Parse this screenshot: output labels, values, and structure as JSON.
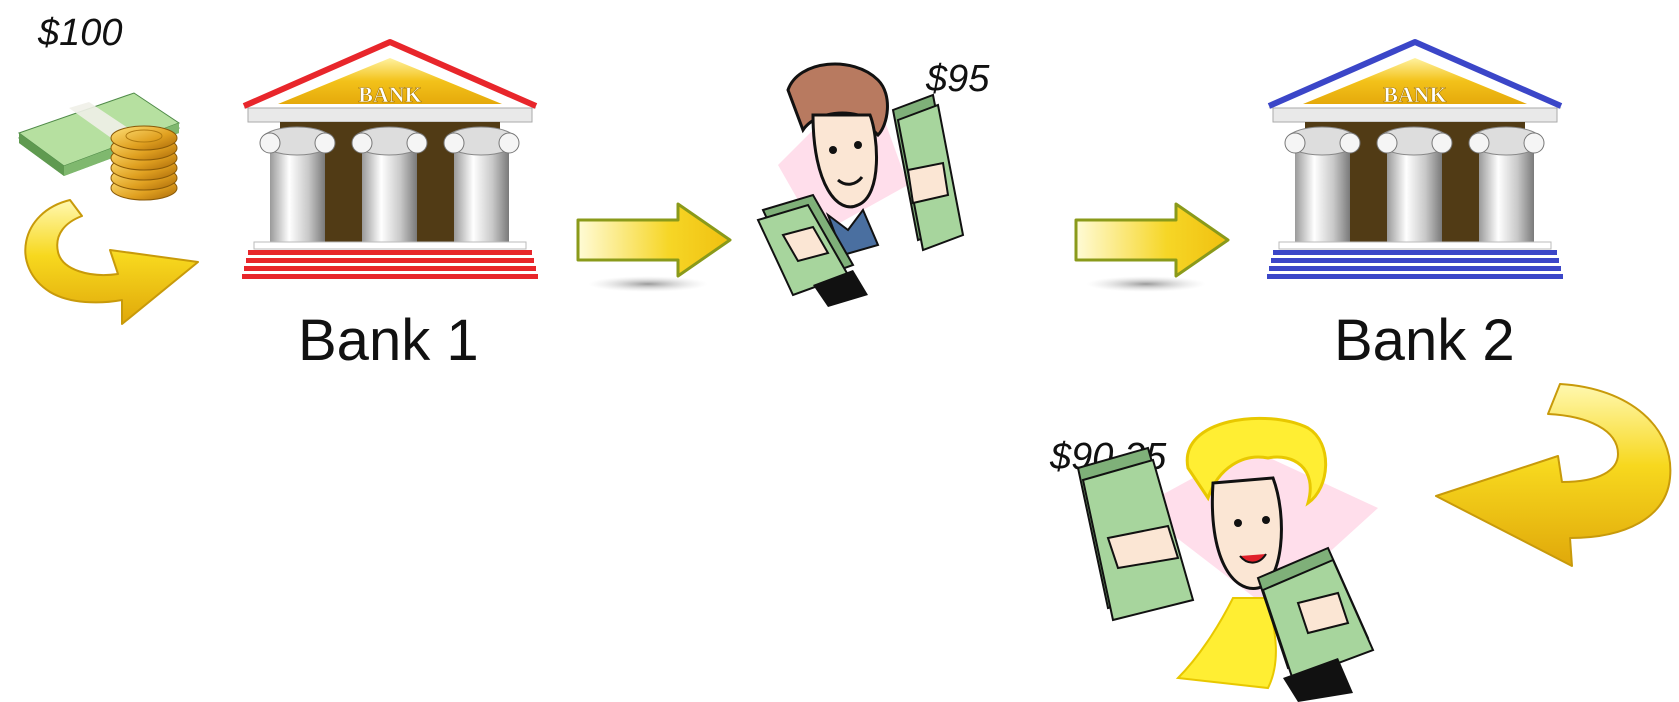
{
  "amounts": {
    "deposit": "$100",
    "loan_1": "$95",
    "loan_2": "$90.25"
  },
  "banks": [
    {
      "label": "Bank 1",
      "sign": "BANK",
      "accent": "#e8262b"
    },
    {
      "label": "Bank 2",
      "sign": "BANK",
      "accent": "#3b46c8"
    }
  ],
  "colors": {
    "arrow_yellow": "#f5d21b",
    "arrow_edge": "#8a9a1a",
    "money_green": "#8dbf7a",
    "pediment_gold": "#f3c21a"
  },
  "icons": [
    "money-coins-icon",
    "curved-arrow-icon",
    "bank-building-icon",
    "right-arrow-icon",
    "man-with-money-icon",
    "woman-with-money-icon"
  ]
}
